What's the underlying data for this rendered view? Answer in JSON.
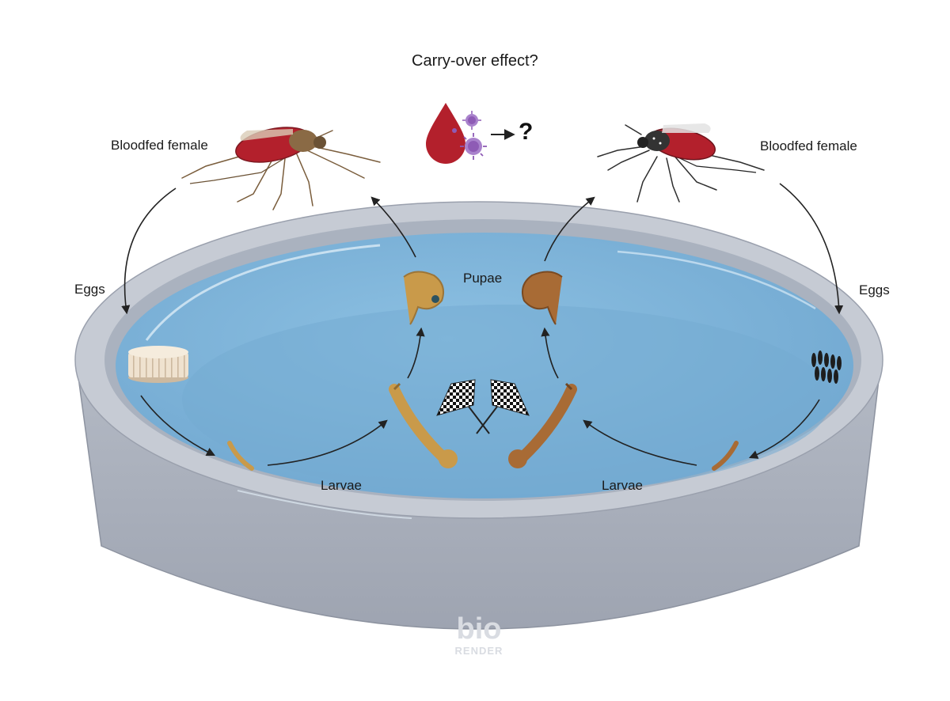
{
  "title": "Carry-over effect?",
  "labels": {
    "left_female": "Bloodfed female",
    "right_female": "Bloodfed female",
    "left_eggs": "Eggs",
    "right_eggs": "Eggs",
    "pupae": "Pupae",
    "left_larvae": "Larvae",
    "right_larvae": "Larvae",
    "question_mark": "?"
  },
  "watermark": {
    "brand": "bio",
    "sub": "RENDER"
  },
  "colors": {
    "dish_rim": "#c3c8d1",
    "dish_wall": "#a9afbb",
    "water": "#8fc1e3",
    "water_deep": "#7bb2d6",
    "blood": "#b3202c",
    "virus": "#8e5bb5",
    "larva_left": "#c99a4a",
    "larva_right": "#a86b35",
    "mosquito_brown": "#8a6a45",
    "mosquito_dark": "#333333"
  }
}
